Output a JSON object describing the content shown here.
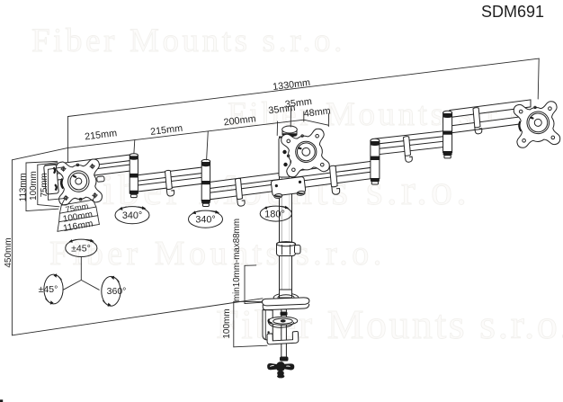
{
  "page": {
    "product_code": "SDM691"
  },
  "watermark": {
    "text": "Fiber Mounts s.r.o.",
    "color": "#f2f1ee"
  },
  "drawing": {
    "line_color": "#2b2b2b",
    "type": "triple monitor desk mount dimensional drawing",
    "dimensions": {
      "total_width": "1330mm",
      "arm_segment_1": "215mm",
      "arm_segment_2": "215mm",
      "arm_segment_3": "200mm",
      "pole_offset_left": "35mm",
      "pole_offset_right": "35mm",
      "plate_offset": "48mm",
      "plate_full_height": "113mm",
      "vesa_vertical_100": "100mm",
      "vesa_vertical_75": "75mm",
      "vesa_horizontal_75": "75mm",
      "vesa_horizontal_100": "100mm",
      "plate_full_width": "116mm",
      "pole_height": "450mm",
      "height_adjustment": "min10mm-max88mm",
      "clamp_capacity": "100mm"
    },
    "rotations": {
      "left_arm_swivel": "340°",
      "mid_arm_swivel": "340°",
      "center_swivel": "180°",
      "tilt_top": "±45°",
      "tilt_side": "±45°",
      "screen_rotation": "360°"
    }
  }
}
